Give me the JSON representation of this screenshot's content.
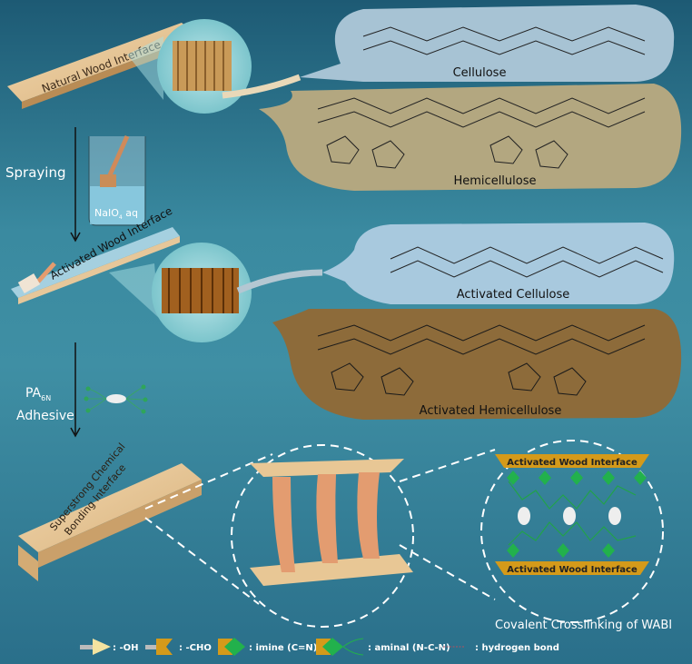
{
  "steps": {
    "natural": "Natural Wood Interface",
    "spraying": "Spraying",
    "reagent": "NaIO",
    "reagent_sub": "4",
    "reagent_suffix": " aq",
    "activated": "Activated Wood Interface",
    "adhesive_pa": "PA",
    "adhesive_sub": "6N",
    "adhesive_word": "Adhesive",
    "bonding_line1": "Superstrong Chemical",
    "bonding_line2": "Bonding Interface"
  },
  "bubbles": {
    "cellulose": "Cellulose",
    "hemicellulose": "Hemicellulose",
    "activated_cellulose": "Activated Cellulose",
    "activated_hemicellulose": "Activated Hemicellulose"
  },
  "crosslink": {
    "top_label": "Activated Wood Interface",
    "bottom_label": "Activated Wood Interface",
    "caption": "Covalent Crosslinking  of WABI"
  },
  "legend": [
    {
      "label": ": -OH"
    },
    {
      "label": ": -CHO"
    },
    {
      "label": ": imine (C=N)"
    },
    {
      "label": ": aminal (N-C-N)"
    },
    {
      "label": ": hydrogen bond"
    }
  ],
  "colors": {
    "gold": "#d49a1a",
    "green": "#22b14c",
    "wood": "#e6c79a"
  }
}
